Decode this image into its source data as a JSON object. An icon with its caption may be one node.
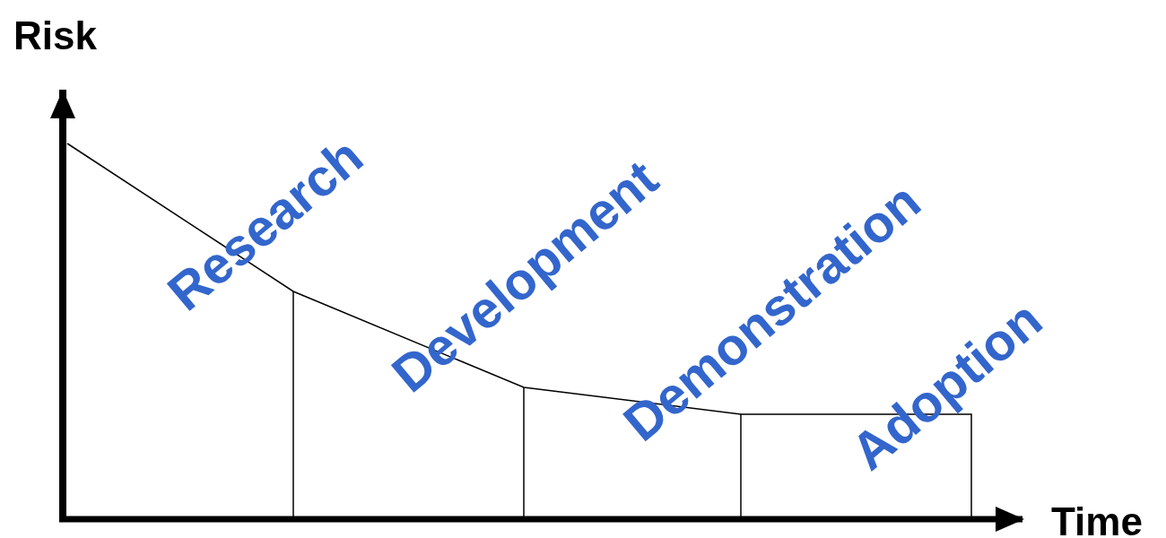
{
  "diagram": {
    "labels": [
      "Risk",
      "Time",
      "Research",
      "Development",
      "Demonstration",
      "Adoption"
    ]
  }
}
